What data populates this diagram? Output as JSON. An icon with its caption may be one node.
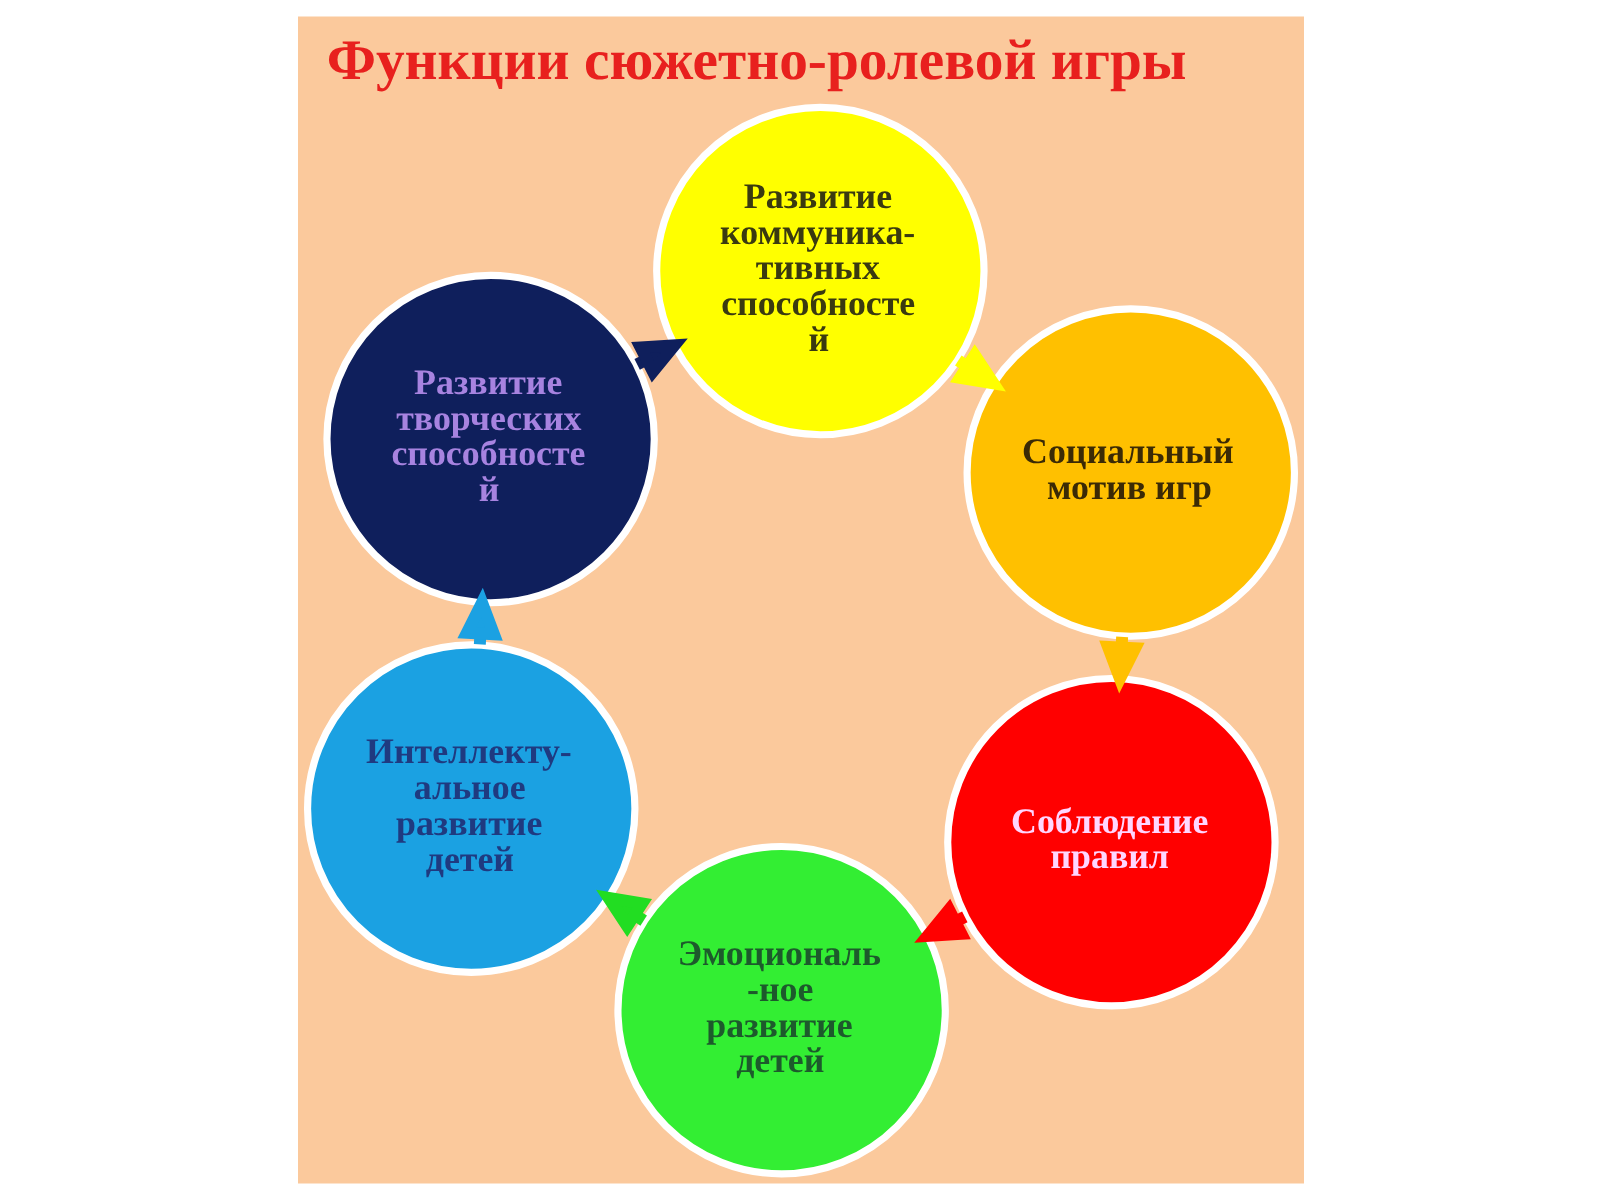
{
  "diagram": {
    "title": "Функции сюжетно-ролевой игры",
    "nodes": [
      {
        "text": [
          "Развитие коммуника- тивных способносте й"
        ]
      },
      {
        "text": [
          "Социальный мотив игр"
        ]
      },
      {
        "text": [
          "Соблюдение правил"
        ]
      },
      {
        "text": [
          "Эмоциональ -ное развитие детей"
        ]
      },
      {
        "text": [
          "Интеллекту- альное развитие детей"
        ]
      },
      {
        "text": [
          "Развитие творческих способносте й"
        ]
      }
    ],
    "edges": [
      {
        "from": 0,
        "to": 1,
        "arrow": "to",
        "color": "#ffff00"
      },
      {
        "from": 1,
        "to": 2,
        "arrow": "to",
        "color": "#ffc000"
      },
      {
        "from": 2,
        "to": 3,
        "arrow": "to",
        "color": "#ff0000"
      },
      {
        "from": 3,
        "to": 4,
        "arrow": "to",
        "color": "#22dd22"
      },
      {
        "from": 4,
        "to": 5,
        "arrow": "to",
        "color": "#1ba1e2"
      },
      {
        "from": 5,
        "to": 0,
        "arrow": "to",
        "color": "#0f1f5c"
      }
    ]
  }
}
